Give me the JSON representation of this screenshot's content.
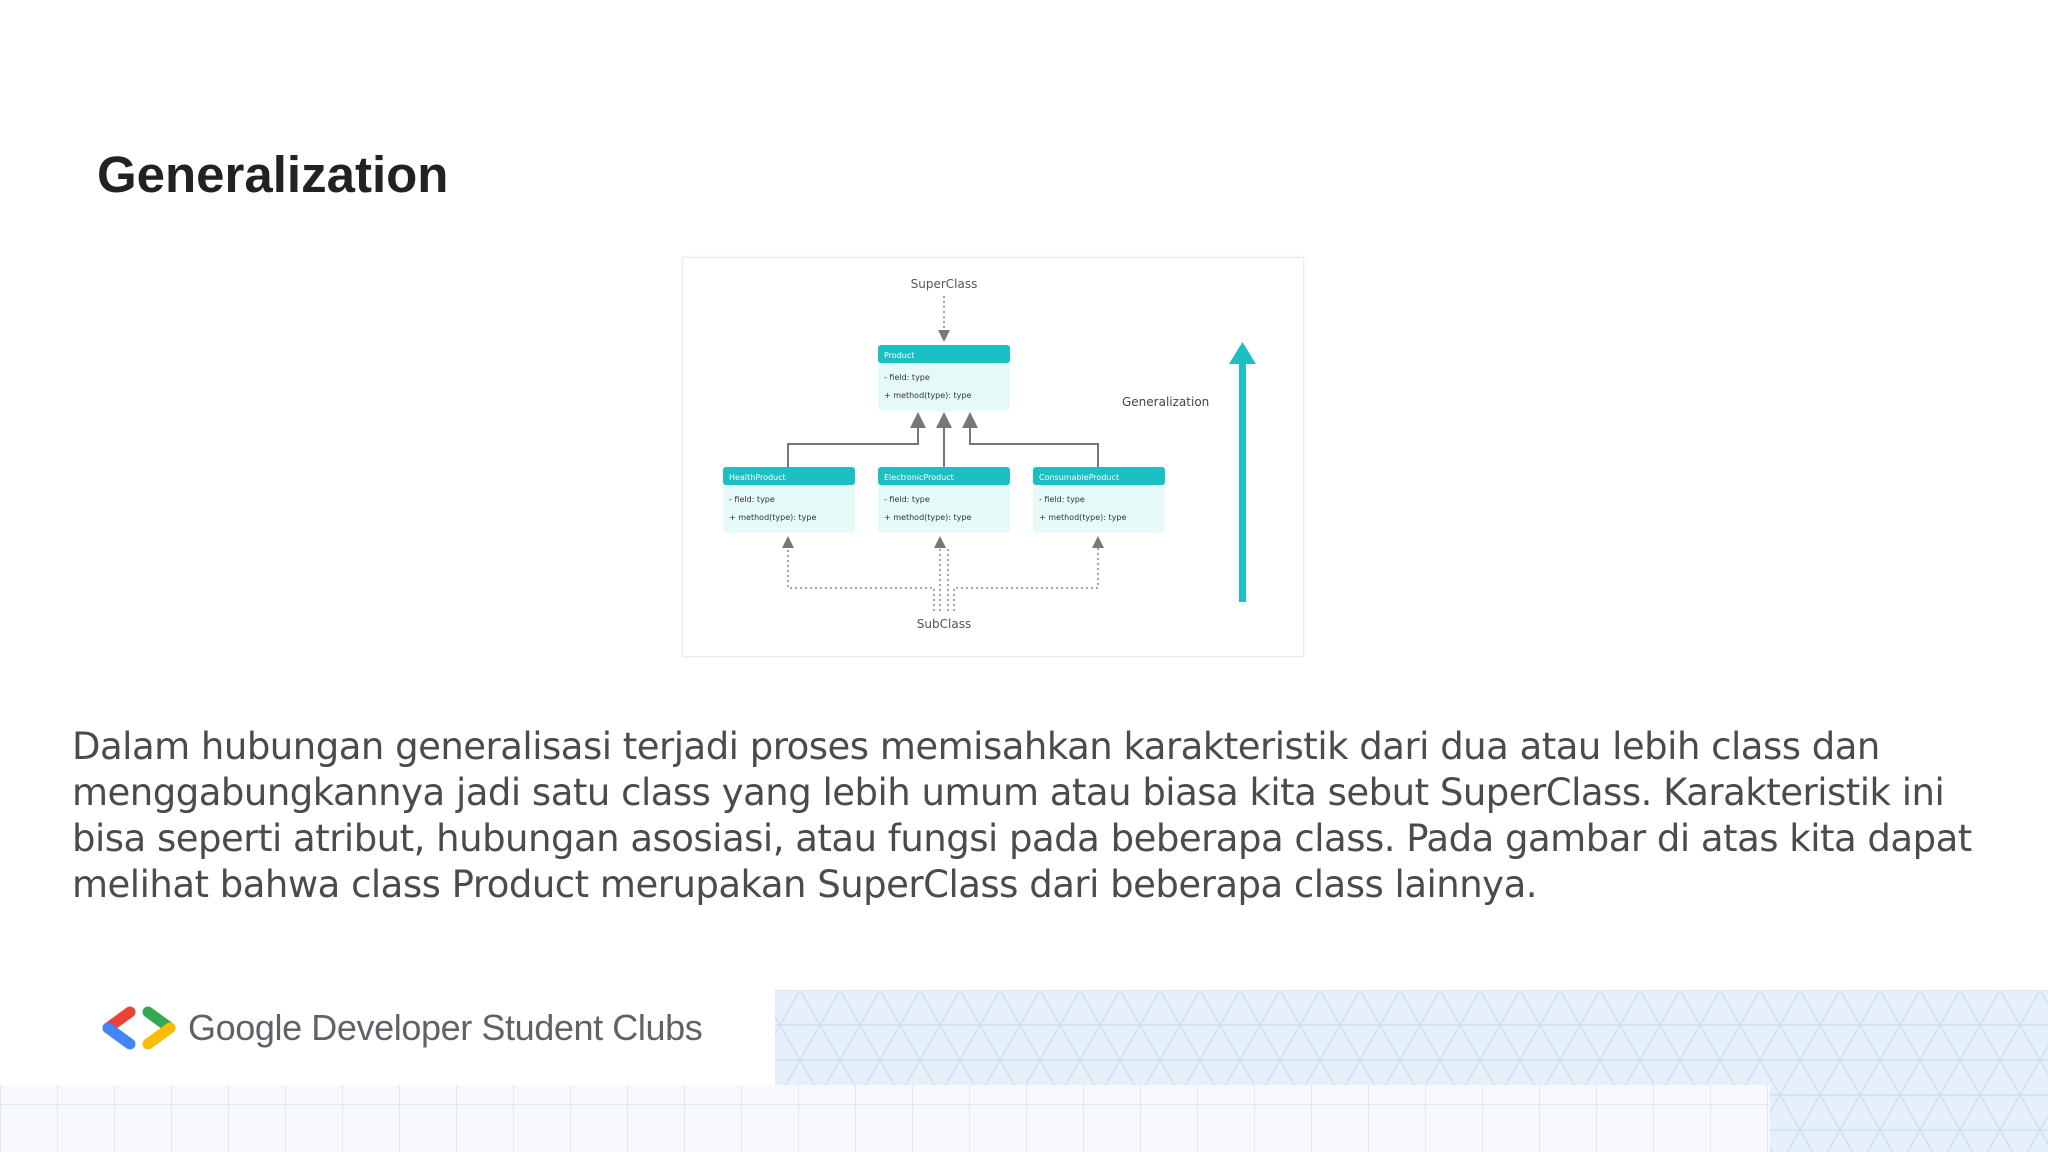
{
  "slide": {
    "title": "Generalization",
    "body": "Dalam hubungan generalisasi terjadi proses memisahkan karakteristik dari dua atau lebih class dan menggabungkannya jadi satu class yang lebih umum atau biasa kita sebut SuperClass. Karakteristik ini bisa seperti atribut, hubungan asosiasi, atau fungsi pada beberapa class. Pada gambar di atas kita dapat melihat bahwa class Product merupakan SuperClass dari beberapa class lainnya."
  },
  "diagram": {
    "superclass_label": "SuperClass",
    "subclass_label": "SubClass",
    "generalization_label": "Generalization",
    "accent_color": "#1bbfc4",
    "box_fill_color": "#e6fafa",
    "classes": {
      "product": {
        "name": "Product",
        "field": "- field: type",
        "method": "+ method(type): type"
      },
      "health": {
        "name": "HealthProduct",
        "field": "- field: type",
        "method": "+ method(type): type"
      },
      "electronic": {
        "name": "ElectronicProduct",
        "field": "- field: type",
        "method": "+ method(type): type"
      },
      "consumable": {
        "name": "ConsumableProduct",
        "field": "- field: type",
        "method": "+ method(type): type"
      }
    }
  },
  "footer": {
    "brand": "Google Developer Student Clubs",
    "logo_icon": "gdsc-brackets-icon"
  }
}
